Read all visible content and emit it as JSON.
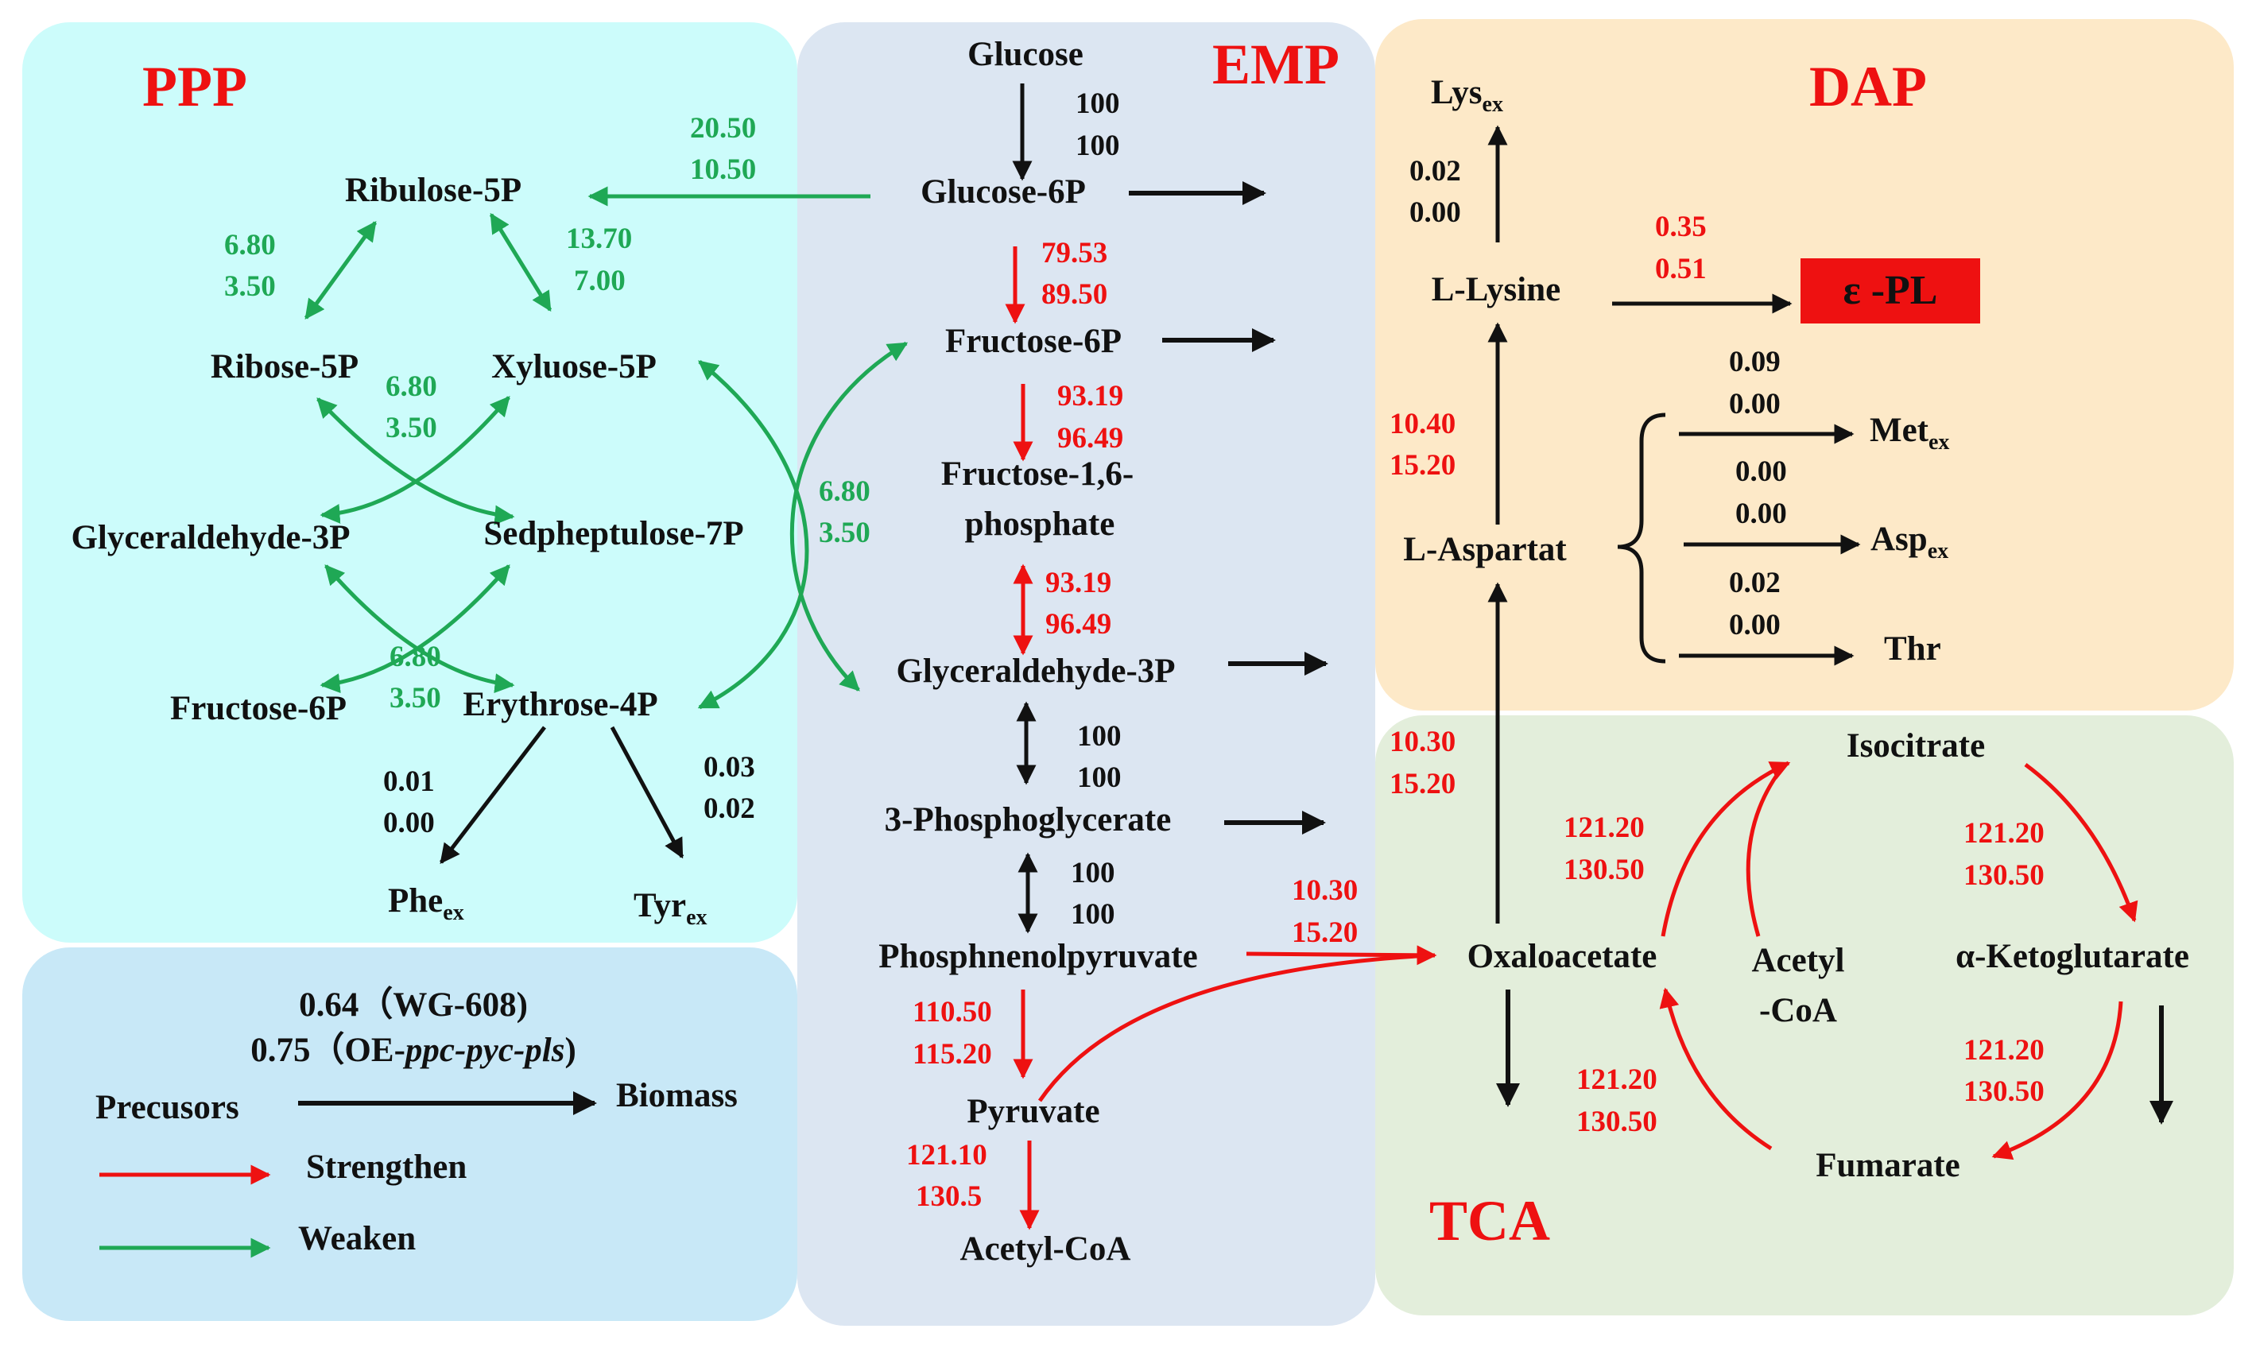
{
  "colors": {
    "ppp_panel": "#ccfcfb",
    "emp_panel": "#dce6f2",
    "dap_panel": "#fde9c8",
    "tca_panel": "#e3eedb",
    "legend_panel": "#c8e8f7",
    "strengthen": "#ee1111",
    "weaken": "#1fa855",
    "neutral": "#111111",
    "title_red": "#ee1111",
    "epl_box": "#ee1111",
    "epl_text": "#ffee00"
  },
  "titles": {
    "ppp": "PPP",
    "emp": "EMP",
    "dap": "DAP",
    "tca": "TCA"
  },
  "nodes": {
    "glucose": "Glucose",
    "glucose_6p": "Glucose-6P",
    "fructose_6p": "Fructose-6P",
    "fructose_16": "Fructose-1,6-",
    "phosphate": "phosphate",
    "gap_emp": "Glyceraldehyde-3P",
    "pga": "3-Phosphoglycerate",
    "pep": "Phosphnenolpyruvate",
    "pyruvate": "Pyruvate",
    "acetyl_coa": "Acetyl-CoA",
    "ribulose_5p": "Ribulose-5P",
    "ribose_5p": "Ribose-5P",
    "xylulose_5p": "Xyluose-5P",
    "gap_ppp": "Glyceraldehyde-3P",
    "s7p": "Sedpheptulose-7P",
    "f6p_ppp": "Fructose-6P",
    "e4p": "Erythrose-4P",
    "phe": "Phe",
    "tyr": "Tyr",
    "lys": "Lys",
    "l_lysine": "L-Lysine",
    "epl": "ε -PL",
    "met": "Met",
    "asp": "Asp",
    "thr": "Thr",
    "l_aspartat": "L-Aspartat",
    "oxaloacetate": "Oxaloacetate",
    "isocitrate": "Isocitrate",
    "acetyl": "Acetyl",
    "coa": "-CoA",
    "akg": "α-Ketoglutarate",
    "fumarate": "Fumarate",
    "ex": "ex"
  },
  "fluxes": {
    "glc_a": "100",
    "glc_b": "100",
    "g6p_a": "79.53",
    "g6p_b": "89.50",
    "f6p_a": "93.19",
    "f6p_b": "96.49",
    "fbp_a": "93.19",
    "fbp_b": "96.49",
    "gap_a": "100",
    "gap_b": "100",
    "pga_a": "100",
    "pga_b": "100",
    "pep_a": "110.50",
    "pep_b": "115.20",
    "pyr_a": "121.10",
    "pyr_b": "130.5",
    "ru5p_a": "20.50",
    "ru5p_b": "10.50",
    "r5p_a": "6.80",
    "r5p_b": "3.50",
    "x5p_a": "13.70",
    "x5p_b": "7.00",
    "tk1_a": "6.80",
    "tk1_b": "3.50",
    "tk2_a": "6.80",
    "tk2_b": "3.50",
    "ta_a": "6.80",
    "ta_b": "3.50",
    "phe_a": "0.01",
    "phe_b": "0.00",
    "tyr_a": "0.03",
    "tyr_b": "0.02",
    "lys_a": "0.02",
    "lys_b": "0.00",
    "epl_a": "0.35",
    "epl_b": "0.51",
    "met_a": "0.09",
    "met_b": "0.00",
    "asp_a": "0.00",
    "asp_b": "0.00",
    "thr_a": "0.02",
    "thr_b": "0.00",
    "aspt_a": "10.40",
    "aspt_b": "15.20",
    "oaa_a": "10.30",
    "oaa_b": "15.20",
    "pepc_a": "10.30",
    "pepc_b": "15.20",
    "cs_a": "121.20",
    "cs_b": "130.50",
    "icd_a": "121.20",
    "icd_b": "130.50",
    "akg_a": "121.20",
    "akg_b": "130.50",
    "fum_a": "121.20",
    "fum_b": "130.50"
  },
  "legend": {
    "biomass_wt": "0.64（WG-608)",
    "biomass_oe_prefix": "0.75（OE-",
    "biomass_oe_italic": "ppc-pyc-pls",
    "biomass_oe_suffix": ")",
    "precursors": "Precusors",
    "biomass": "Biomass",
    "strengthen": "Strengthen",
    "weaken": "Weaken"
  }
}
